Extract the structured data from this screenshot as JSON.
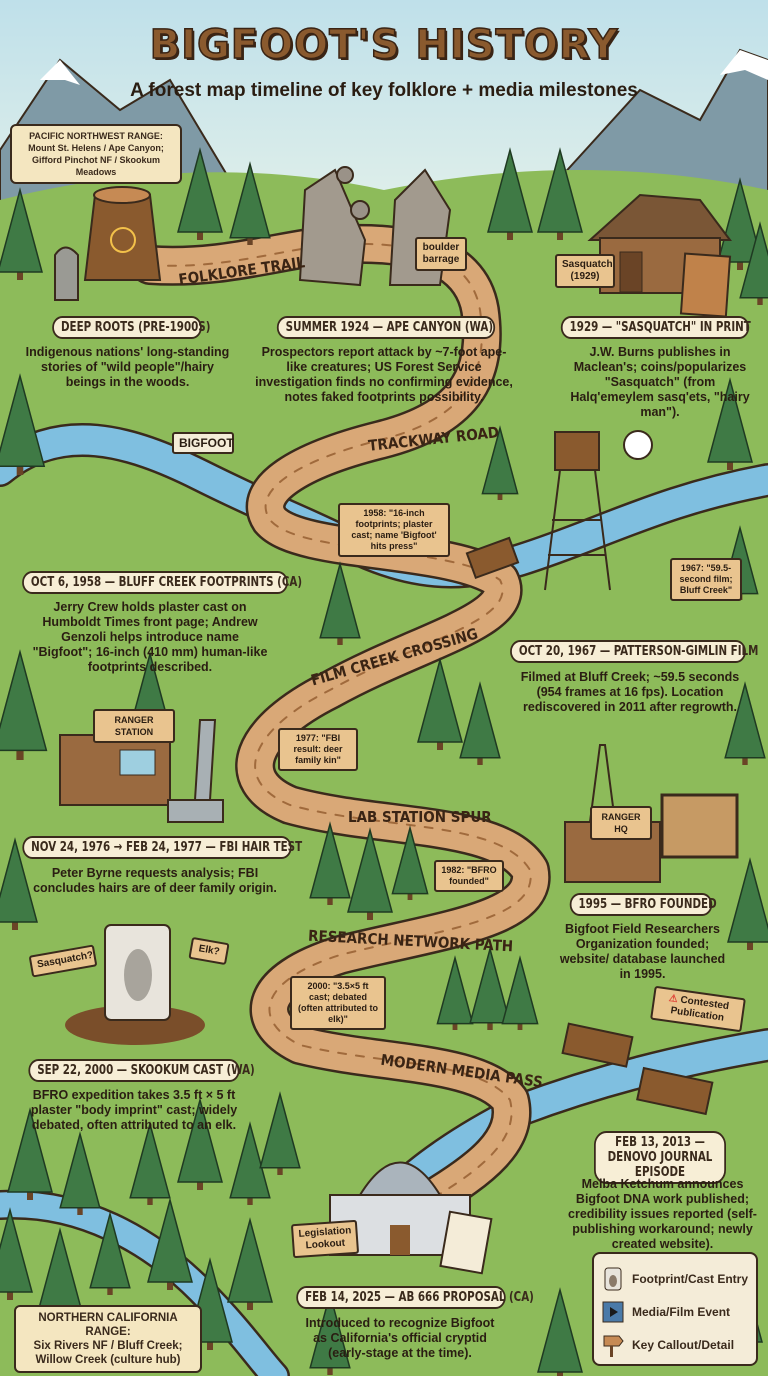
{
  "header": {
    "title": "BIGFOOT'S HISTORY",
    "subtitle": "A forest map timeline of key folklore + media milestones"
  },
  "regions": {
    "pacific_northwest": {
      "title": "PACIFIC NORTHWEST RANGE:",
      "line1": "Mount St. Helens / Ape Canyon;",
      "line2": "Gifford Pinchot NF / Skookum Meadows"
    },
    "northern_california": {
      "title": "NORTHERN CALIFORNIA RANGE:",
      "line1": "Six Rivers NF / Bluff Creek;",
      "line2": "Willow Creek (culture hub)"
    }
  },
  "trails": {
    "folklore": "FOLKLORE TRAIL",
    "trackway": "TRACKWAY ROAD",
    "film_creek": "FILM CREEK CROSSING",
    "lab_station": "LAB STATION SPUR",
    "research_network": "RESEARCH NETWORK PATH",
    "modern_media": "MODERN MEDIA PASS"
  },
  "events": [
    {
      "title": "DEEP ROOTS (PRE-1900S)",
      "description": "Indigenous nations' long-standing stories of \"wild people\"/hairy beings in the woods."
    },
    {
      "title": "SUMMER 1924 — APE CANYON (WA)",
      "description": "Prospectors report attack by ~7-foot ape-like creatures; US Forest Service investigation finds no confirming evidence, notes faked footprints possibility."
    },
    {
      "title": "1929 — \"SASQUATCH\" IN PRINT",
      "description": "J.W. Burns publishes in Maclean's; coins/popularizes \"Sasquatch\" (from Halq'emeylem sasq'ets, \"hairy man\")."
    },
    {
      "title": "OCT 6, 1958 — BLUFF CREEK FOOTPRINTS (CA)",
      "description": "Jerry Crew holds plaster cast on Humboldt Times front page; Andrew Genzoli helps introduce name \"Bigfoot\"; 16-inch (410 mm) human-like footprints described."
    },
    {
      "title": "OCT 20, 1967 — PATTERSON-GIMLIN FILM",
      "description": "Filmed at Bluff Creek; ~59.5 seconds (954 frames at 16 fps). Location rediscovered in 2011 after regrowth."
    },
    {
      "title": "NOV 24, 1976 → FEB 24, 1977 — FBI HAIR TEST",
      "description": "Peter Byrne requests analysis; FBI concludes hairs are of deer family origin."
    },
    {
      "title": "1995 — BFRO FOUNDED",
      "description": "Bigfoot Field Researchers Organization founded; website/ database launched in 1995."
    },
    {
      "title": "SEP 22, 2000 — SKOOKUM CAST (WA)",
      "description": "BFRO expedition takes 3.5 ft × 5 ft plaster \"body imprint\" cast; widely debated, often attributed to an elk."
    },
    {
      "title": "FEB 13, 2013 — DENOVO JOURNAL EPISODE",
      "description": "Melba Ketchum announces Bigfoot DNA work published; credibility issues reported (self-publishing workaround; newly created website)."
    },
    {
      "title": "FEB 14, 2025 — AB 666 PROPOSAL (CA)",
      "description": "Introduced to recognize Bigfoot as California's official cryptid (early-stage at the time)."
    }
  ],
  "signs": {
    "boulder": "boulder barrage",
    "sasquatch_1929": "Sasquatch (1929)",
    "newspaper": "BIGFOOT",
    "callout_1958": "1958: \"16-inch footprints; plaster cast; name 'Bigfoot' hits press\"",
    "callout_1967": "1967: \"59.5-second film; Bluff Creek\"",
    "ranger_station": "RANGER STATION",
    "callout_1977": "1977: \"FBI result: deer family kin\"",
    "callout_1982": "1982: \"BFRO founded\"",
    "ranger_hq": "RANGER HQ",
    "sasquatch_q": "Sasquatch?",
    "elk_q": "Elk?",
    "callout_2000": "2000: \"3.5×5 ft cast; debated (often attributed to elk)\"",
    "contested": "Contested Publication",
    "legislation": "Legislation Lookout"
  },
  "legend": {
    "items": [
      {
        "icon": "footprint-cast-icon",
        "label": "Footprint/Cast Entry"
      },
      {
        "icon": "film-icon",
        "label": "Media/Film Event"
      },
      {
        "icon": "signpost-icon",
        "label": "Key Callout/Detail"
      }
    ]
  },
  "colors": {
    "grass": "#8dbb5a",
    "river": "#7fbfe0",
    "trail": "#d9a877",
    "tree": "#3f7a45",
    "label_bg": "#f7eed6",
    "sign": "#e9c48f",
    "warning": "#e0483a"
  }
}
